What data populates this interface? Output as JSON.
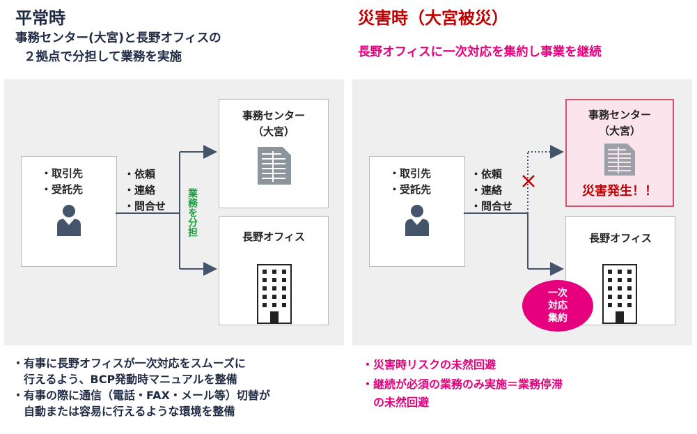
{
  "left": {
    "title": "平常時",
    "subtitle_lines": [
      "事務センター(大宮)と長野オフィスの",
      "２拠点で分担して業務を実施"
    ],
    "client_lines": [
      "・取引先",
      "・受託先"
    ],
    "comm_lines": [
      "・依頼",
      "・連絡",
      "・問合せ"
    ],
    "center_name_lines": [
      "事務センター",
      "（大宮）"
    ],
    "office_name": "長野オフィス",
    "split_label": "業務を分担",
    "notes": [
      "・有事に長野オフィスが一次対応をスムーズに",
      "　行えるよう、BCP発動時マニュアルを整備",
      "・有事の際に通信（電話・FAX・メール等）切替が",
      "　自動または容易に行えるような環境を整備"
    ]
  },
  "right": {
    "title": "災害時（大宮被災）",
    "subtitle": "長野オフィスに一次対応を集約し事業を継続",
    "client_lines": [
      "・取引先",
      "・受託先"
    ],
    "comm_lines": [
      "・依頼",
      "・連絡",
      "・問合せ"
    ],
    "center_name_lines": [
      "事務センター",
      "（大宮）"
    ],
    "disaster_label": "災害発生！！",
    "office_name": "長野オフィス",
    "badge_lines": [
      "一次",
      "対応",
      "集約"
    ],
    "notes": [
      "・災害時リスクの未然回避",
      "・継続が必須の業務のみ実施＝業務停滞",
      "　の未然回避"
    ]
  },
  "colors": {
    "navy": "#1f2a44",
    "crimson": "#c00000",
    "magenta": "#e6007e",
    "green": "#1a9d3c",
    "line": "#44546a"
  }
}
